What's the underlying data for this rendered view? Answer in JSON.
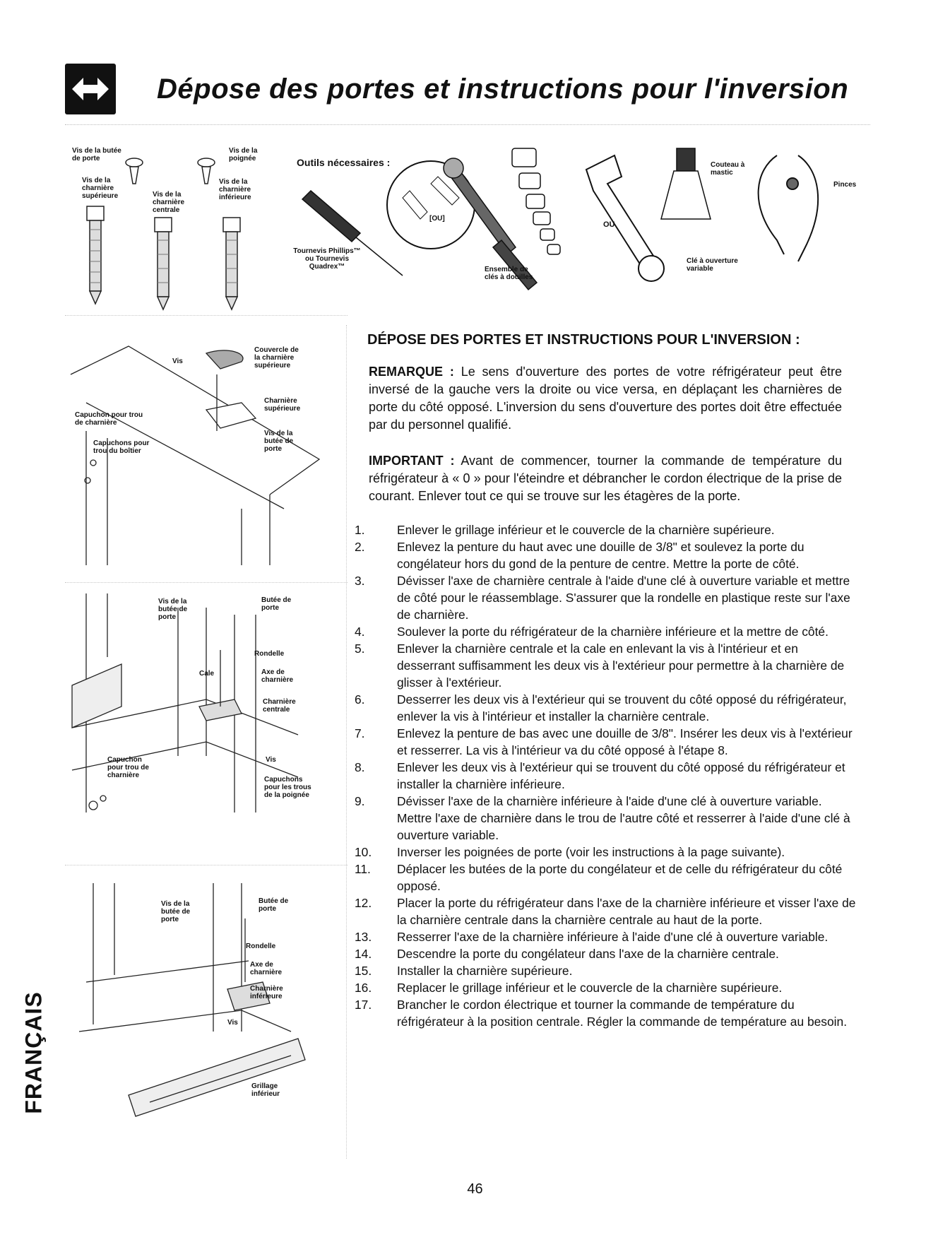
{
  "header": {
    "title": "Dépose des portes et instructions pour l'inversion",
    "icon": "double-arrow-icon"
  },
  "screws_figure": {
    "labels": {
      "door_stop_screw": "Vis de la butée de porte",
      "handle_screw": "Vis de la poignée",
      "top_hinge_screw": "Vis de la charnière supérieure",
      "center_hinge_screw": "Vis de la charnière centrale",
      "bottom_hinge_screw": "Vis de la charnière inférieure"
    }
  },
  "tools_figure": {
    "heading": "Outils nécessaires :",
    "screwdriver": "Tournevis Phillips™ ou Tournevis Quadrex™",
    "or_bits": "[OU]",
    "socket_set": "Ensemble de clés à douilles",
    "or": "OU",
    "putty_knife": "Couteau à mastic",
    "pliers": "Pinces",
    "adjustable_wrench": "Clé à ouverture variable"
  },
  "top_hinge_figure": {
    "labels": {
      "screw": "Vis",
      "top_hinge_cover": "Couvercle de la charnière supérieure",
      "top_hinge": "Charnière supérieure",
      "hinge_hole_cap": "Capuchon pour trou de charnière",
      "cabinet_hole_caps": "Capuchons pour trou du boîtier",
      "door_stop_screw": "Vis de la butée de porte"
    }
  },
  "center_hinge_figure": {
    "labels": {
      "door_stop_screw": "Vis de la butée de porte",
      "door_stop": "Butée de porte",
      "washer": "Rondelle",
      "shim": "Cale",
      "hinge_pin": "Axe de charnière",
      "center_hinge": "Charnière centrale",
      "hinge_hole_cap": "Capuchon pour trou de charnière",
      "screw": "Vis",
      "handle_hole_caps": "Capuchons pour les trous de la poignée"
    }
  },
  "bottom_hinge_figure": {
    "labels": {
      "door_stop_screw": "Vis de la butée de porte",
      "door_stop": "Butée de porte",
      "washer": "Rondelle",
      "hinge_pin": "Axe de charnière",
      "bottom_hinge": "Charnière inférieure",
      "screw": "Vis",
      "bottom_grille": "Grillage inférieur"
    }
  },
  "section": {
    "heading": "DÉPOSE DES PORTES ET INSTRUCTIONS POUR L'INVERSION :",
    "note_label": "REMARQUE :",
    "note_text": "Le sens d'ouverture des portes de votre réfrigérateur peut être inversé de la gauche vers la droite ou vice versa, en déplaçant les charnières de porte du côté opposé. L'inversion du sens d'ouverture des portes doit être effectuée par du personnel qualifié.",
    "important_label": "IMPORTANT :",
    "important_text": "Avant de commencer, tourner la commande de température du réfrigérateur à « 0 » pour l'éteindre et débrancher le cordon électrique de la prise de courant. Enlever tout ce qui se trouve sur les étagères de la porte."
  },
  "steps": [
    {
      "num": "1.",
      "text": "Enlever le grillage inférieur et le couvercle de la charnière supérieure."
    },
    {
      "num": "2.",
      "text": "Enlevez la penture du haut avec une douille de 3/8\" et soulevez la porte du congélateur hors du gond de la penture de centre. Mettre la porte de côté."
    },
    {
      "num": "3.",
      "text": "Dévisser l'axe de charnière centrale à l'aide d'une clé à ouverture variable et mettre de côté pour le réassemblage. S'assurer que la rondelle en plastique reste sur l'axe de charnière."
    },
    {
      "num": "4.",
      "text": "Soulever la porte du réfrigérateur de la charnière inférieure et la mettre de côté."
    },
    {
      "num": "5.",
      "text": "Enlever la charnière centrale et la cale en enlevant la vis à l'intérieur et en desserrant suffisamment les deux vis à l'extérieur pour permettre à la charnière de glisser à l'extérieur."
    },
    {
      "num": "6.",
      "text": "Desserrer les deux vis à l'extérieur qui se trouvent du côté opposé du réfrigérateur, enlever la vis à l'intérieur et installer la charnière centrale."
    },
    {
      "num": "7.",
      "text": "Enlevez la penture de bas avec une douille de 3/8\". Insérer les deux vis à l'extérieur et resserrer. La vis à l'intérieur va du côté opposé à l'étape 8."
    },
    {
      "num": "8.",
      "text": "Enlever les deux vis à l'extérieur qui se trouvent du côté opposé du réfrigérateur et installer la charnière inférieure."
    },
    {
      "num": "9.",
      "text": "Dévisser l'axe de la charnière inférieure à l'aide d'une clé à ouverture variable. Mettre l'axe de charnière dans le trou de l'autre côté et resserrer à l'aide d'une clé à ouverture variable."
    },
    {
      "num": "10.",
      "text": "Inverser les poignées de porte (voir les instructions à la page suivante)."
    },
    {
      "num": "11.",
      "text": "Déplacer les butées de la porte du congélateur et de celle du réfrigérateur du côté opposé."
    },
    {
      "num": "12.",
      "text": "Placer la porte du réfrigérateur dans l'axe de la charnière inférieure et visser l'axe de la charnière centrale dans la charnière centrale au haut de la porte."
    },
    {
      "num": "13.",
      "text": "Resserrer l'axe de la charnière inférieure à l'aide d'une clé à ouverture variable."
    },
    {
      "num": "14.",
      "text": "Descendre la porte du congélateur dans l'axe de la charnière centrale."
    },
    {
      "num": "15.",
      "text": "Installer la charnière supérieure."
    },
    {
      "num": "16.",
      "text": "Replacer le grillage inférieur et le couvercle de la charnière supérieure."
    },
    {
      "num": "17.",
      "text": "Brancher le cordon électrique et tourner la commande de température du réfrigérateur à la position centrale. Régler la commande de température au besoin."
    }
  ],
  "side_tab": "FRANÇAIS",
  "page_number": "46"
}
